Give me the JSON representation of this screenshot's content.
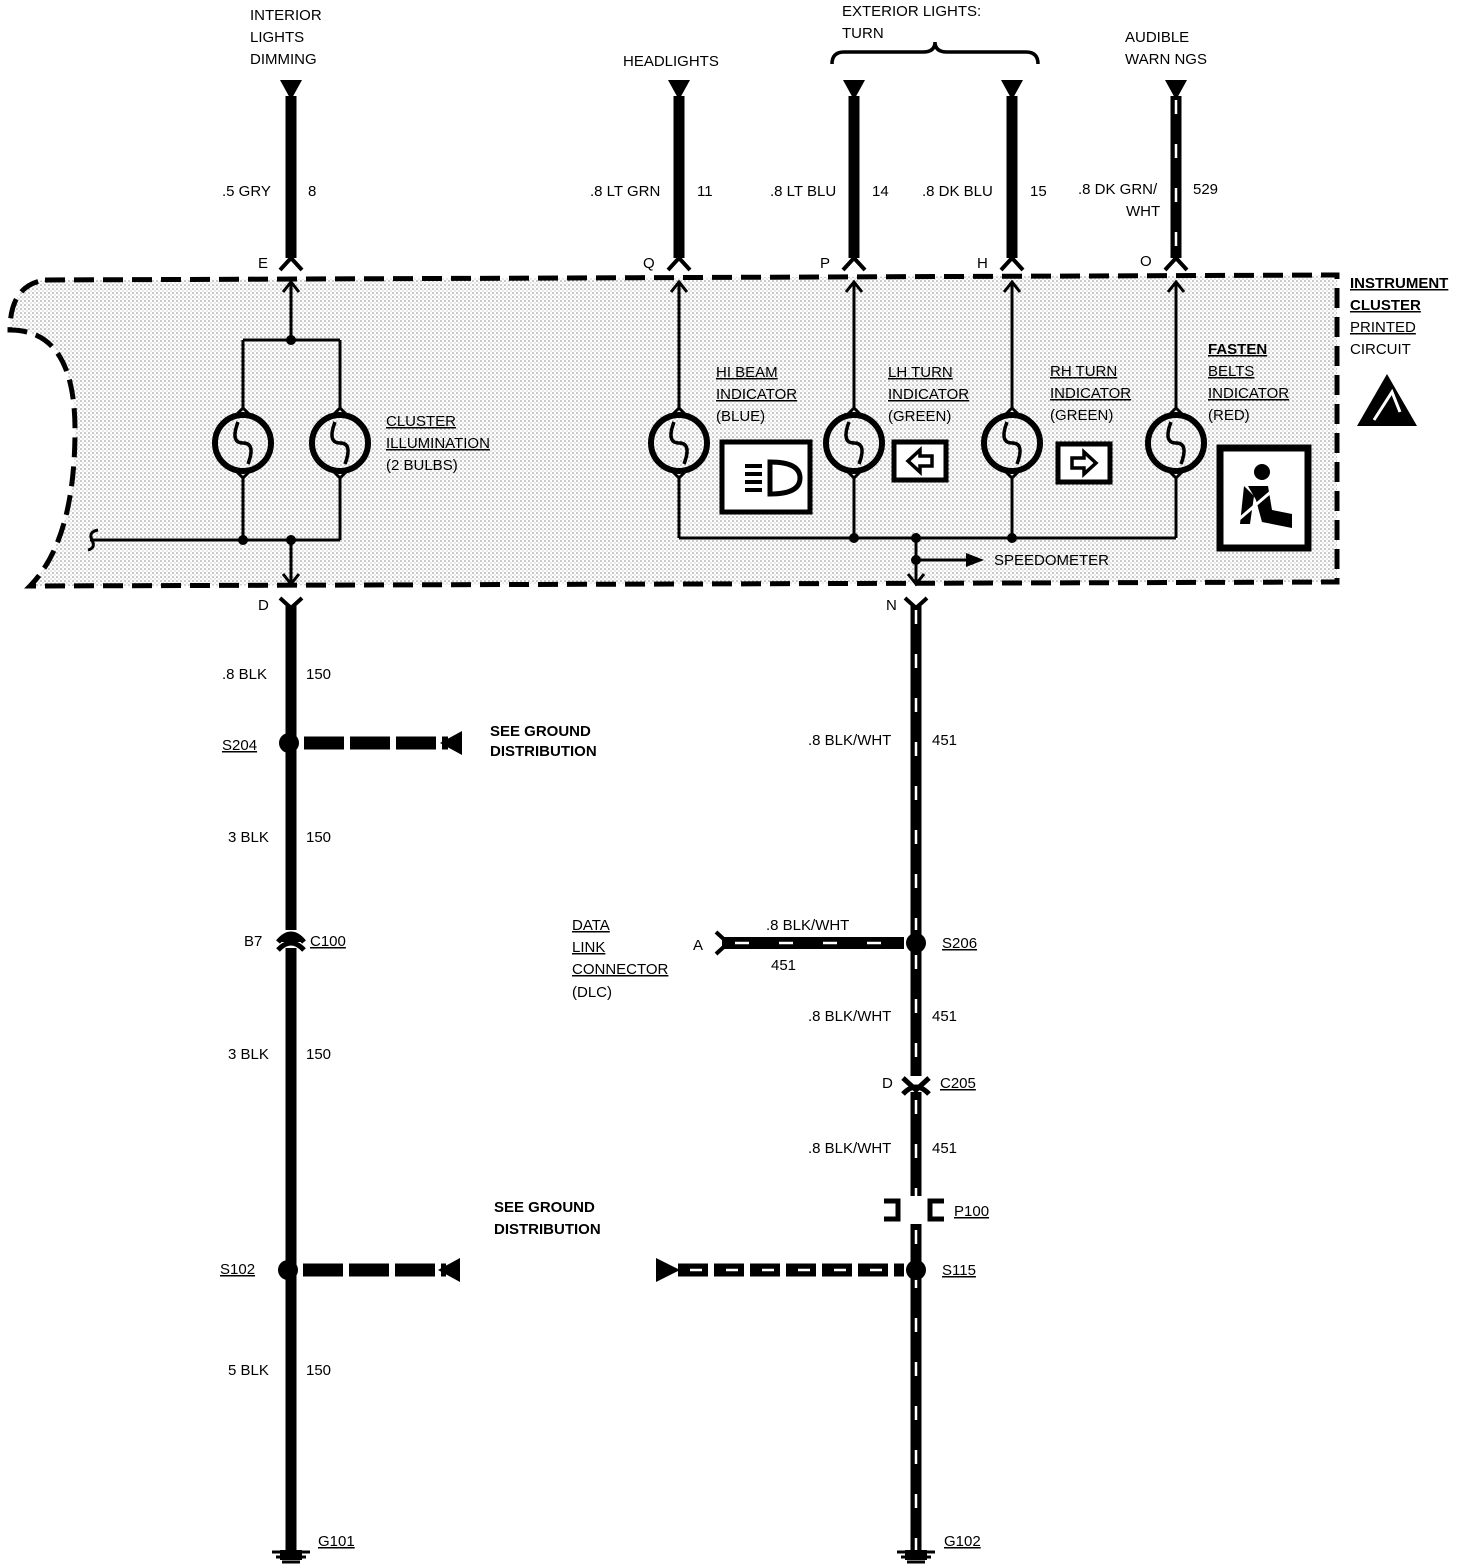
{
  "top_labels": {
    "interior": [
      "INTERIOR",
      "LIGHTS",
      "DIMMING"
    ],
    "headlights": "HEADLIGHTS",
    "exterior": [
      "EXTERIOR LIGHTS:",
      "TURN"
    ],
    "audible": [
      "AUDIBLE",
      "WARN NGS"
    ]
  },
  "top_wires": [
    {
      "id": "w8",
      "color": ".5 GRY",
      "circuit": "8",
      "pin": "E"
    },
    {
      "id": "w11",
      "color": ".8 LT GRN",
      "circuit": "11",
      "pin": "Q"
    },
    {
      "id": "w14",
      "color": ".8 LT BLU",
      "circuit": "14",
      "pin": "P"
    },
    {
      "id": "w15",
      "color": ".8 DK BLU",
      "circuit": "15",
      "pin": "H"
    },
    {
      "id": "w529",
      "color": ".8 DK GRN/",
      "color2": "WHT",
      "circuit": "529",
      "pin": "O"
    }
  ],
  "cluster": {
    "label": [
      "INSTRUMENT",
      "CLUSTER",
      "PRINTED",
      "CIRCUIT"
    ],
    "illumination": [
      "CLUSTER",
      "ILLUMINATION",
      "(2 BULBS)"
    ],
    "hi_beam": [
      "HI BEAM",
      "INDICATOR",
      "(BLUE)"
    ],
    "lh_turn": [
      "LH TURN",
      "INDICATOR",
      "(GREEN)"
    ],
    "rh_turn": [
      "RH TURN",
      "INDICATOR",
      "(GREEN)"
    ],
    "fasten": [
      "FASTEN",
      "BELTS",
      "INDICATOR",
      "(RED)"
    ],
    "speedometer": "SPEEDOMETER",
    "pin_left": "D",
    "pin_right": "N"
  },
  "left_circuit": {
    "seg1": {
      "color": ".8 BLK",
      "circuit": "150"
    },
    "splice1": "S204",
    "ground_dist1": [
      "SEE GROUND",
      "DISTRIBUTION"
    ],
    "seg2": {
      "color": "3 BLK",
      "circuit": "150"
    },
    "connector": {
      "pin": "B7",
      "name": "C100"
    },
    "seg3": {
      "color": "3 BLK",
      "circuit": "150"
    },
    "ground_dist2": [
      "SEE GROUND",
      "DISTRIBUTION"
    ],
    "splice2": "S102",
    "seg4": {
      "color": "5 BLK",
      "circuit": "150"
    },
    "ground": "G101"
  },
  "right_circuit": {
    "seg1": {
      "color": ".8 BLK/WHT",
      "circuit": "451"
    },
    "dlc": [
      "DATA",
      "LINK",
      "CONNECTOR",
      "(DLC)"
    ],
    "dlc_pin": "A",
    "dlc_wire": {
      "color": ".8 BLK/WHT",
      "circuit": "451"
    },
    "splice1": "S206",
    "seg2": {
      "color": ".8 BLK/WHT",
      "circuit": "451"
    },
    "connector": {
      "pin": "D",
      "name": "C205"
    },
    "seg3": {
      "color": ".8 BLK/WHT",
      "circuit": "451"
    },
    "passthrough": "P100",
    "splice2": "S115",
    "ground": "G102"
  }
}
